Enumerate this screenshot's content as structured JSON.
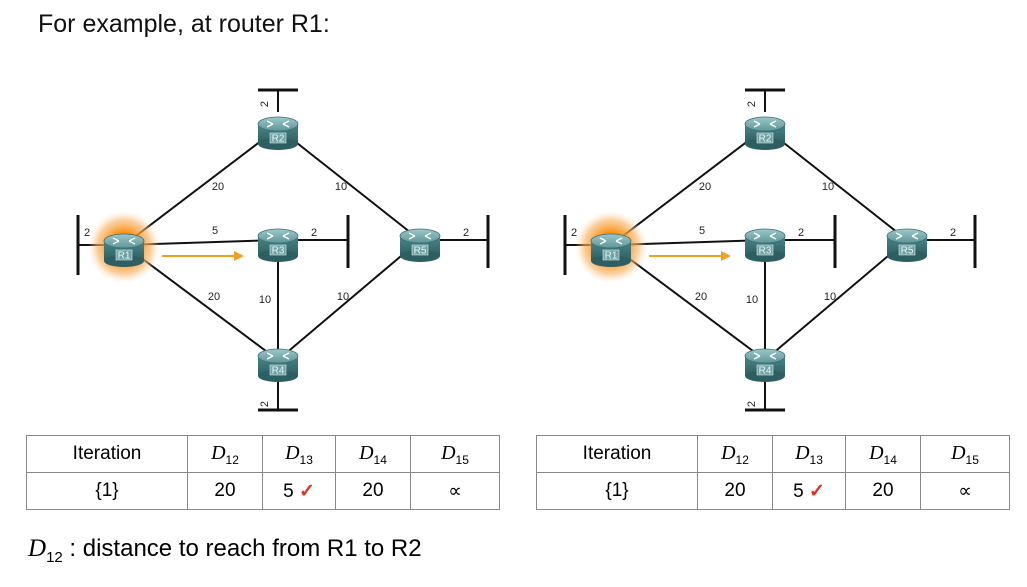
{
  "title": "For example, at router R1:",
  "diagrams": [
    {
      "routers": [
        "R1",
        "R2",
        "R3",
        "R4",
        "R5"
      ],
      "link_costs": {
        "r1_r2": "20",
        "r1_r3": "5",
        "r1_r4": "20",
        "r2_r5": "10",
        "r3_r4": "10",
        "r4_r5": "10"
      },
      "stub_costs": {
        "r1": "2",
        "r2": "2",
        "r3": "2",
        "r4": "2",
        "r5": "2"
      }
    },
    {
      "routers": [
        "R1",
        "R2",
        "R3",
        "R4",
        "R5"
      ],
      "link_costs": {
        "r1_r2": "20",
        "r1_r3": "5",
        "r1_r4": "20",
        "r2_r5": "10",
        "r3_r4": "10",
        "r4_r5": "10"
      },
      "stub_costs": {
        "r1": "2",
        "r2": "2",
        "r3": "2",
        "r4": "2",
        "r5": "2"
      }
    }
  ],
  "tables": [
    {
      "header": {
        "iteration": "Iteration",
        "cols": [
          {
            "d": "D",
            "sub": "12"
          },
          {
            "d": "D",
            "sub": "13"
          },
          {
            "d": "D",
            "sub": "14"
          },
          {
            "d": "D",
            "sub": "15"
          }
        ]
      },
      "row": {
        "iteration": "{1}",
        "values": [
          "20",
          "5",
          "20",
          "∝"
        ],
        "check": "✓"
      }
    },
    {
      "header": {
        "iteration": "Iteration",
        "cols": [
          {
            "d": "D",
            "sub": "12"
          },
          {
            "d": "D",
            "sub": "13"
          },
          {
            "d": "D",
            "sub": "14"
          },
          {
            "d": "D",
            "sub": "15"
          }
        ]
      },
      "row": {
        "iteration": "{1}",
        "values": [
          "20",
          "5",
          "20",
          "∝"
        ],
        "check": "✓"
      }
    }
  ],
  "note": {
    "d": "D",
    "sub": "12",
    "text": " : distance to reach from R1 to R2"
  },
  "colors": {
    "router": "#4f8a8d",
    "highlight": "#f59a2a",
    "arrow": "#f2a020",
    "check": "#e0301e"
  }
}
